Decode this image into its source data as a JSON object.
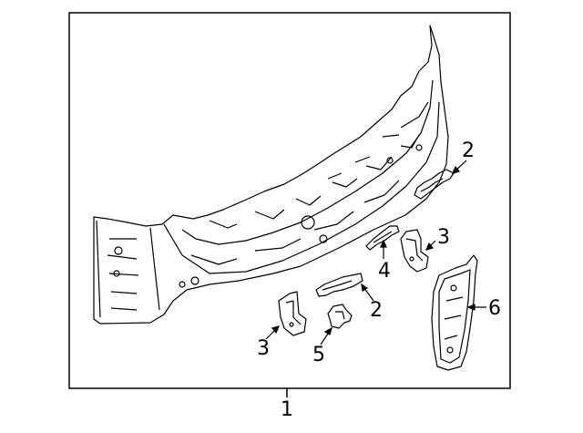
{
  "diagram": {
    "callouts": {
      "main_assembly": "1",
      "upper_bracket": "2",
      "lower_bracket": "2",
      "right_gusset": "3",
      "left_gusset": "3",
      "small_bracket": "4",
      "clip_bracket": "5",
      "end_panel": "6"
    },
    "colors": {
      "line": "#000000",
      "background": "#ffffff"
    }
  }
}
